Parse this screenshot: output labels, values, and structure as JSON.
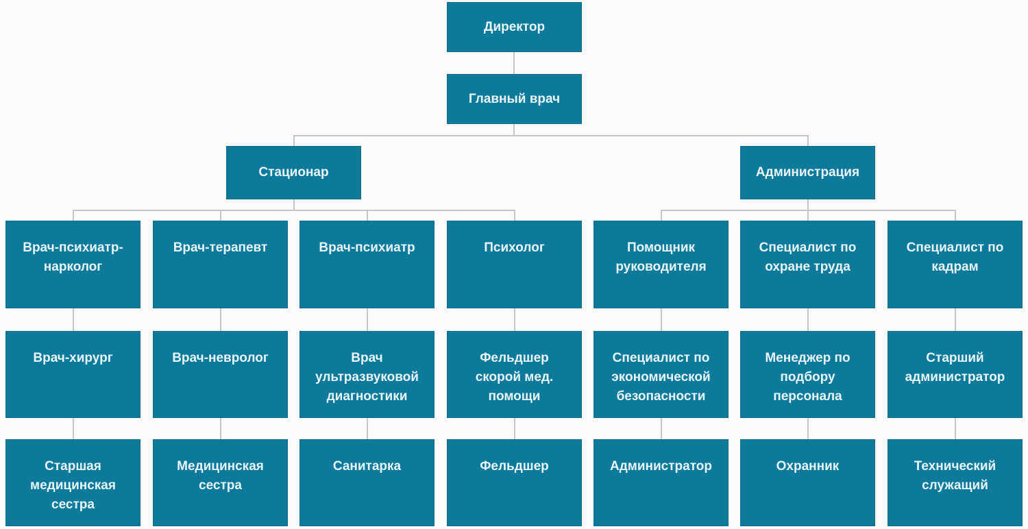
{
  "diagram": {
    "type": "org-chart",
    "palette": {
      "node_fill": "#0e7a9b",
      "node_border": "#0c6d8b",
      "node_text": "#e8f5f9",
      "connector": "#c6c6c6",
      "background": "#fbfbfb"
    },
    "nodes": {
      "director": "Директор",
      "chief_physician": "Главный врач",
      "inpatient": "Стационар",
      "administration": "Администрация"
    },
    "columns": [
      {
        "parent": "Стационар",
        "levels": [
          "Врач-психиатр-нарколог",
          "Врач-хирург",
          "Старшая медицинская сестра"
        ]
      },
      {
        "parent": "Стационар",
        "levels": [
          "Врач-терапевт",
          "Врач-невролог",
          "Медицинская сестра"
        ]
      },
      {
        "parent": "Стационар",
        "levels": [
          "Врач-психиатр",
          "Врач ультразвуковой диагностики",
          "Санитарка"
        ]
      },
      {
        "parent": "Стационар",
        "levels": [
          "Психолог",
          "Фельдшер скорой мед. помощи",
          "Фельдшер"
        ]
      },
      {
        "parent": "Администрация",
        "levels": [
          "Помощник руководителя",
          "Специалист по экономической безопасности",
          "Администратор"
        ]
      },
      {
        "parent": "Администрация",
        "levels": [
          "Специалист по охране труда",
          "Менеджер по подбору персонала",
          "Охранник"
        ]
      },
      {
        "parent": "Администрация",
        "levels": [
          "Специалист по кадрам",
          "Старший администратор",
          "Технический служащий"
        ]
      }
    ]
  }
}
